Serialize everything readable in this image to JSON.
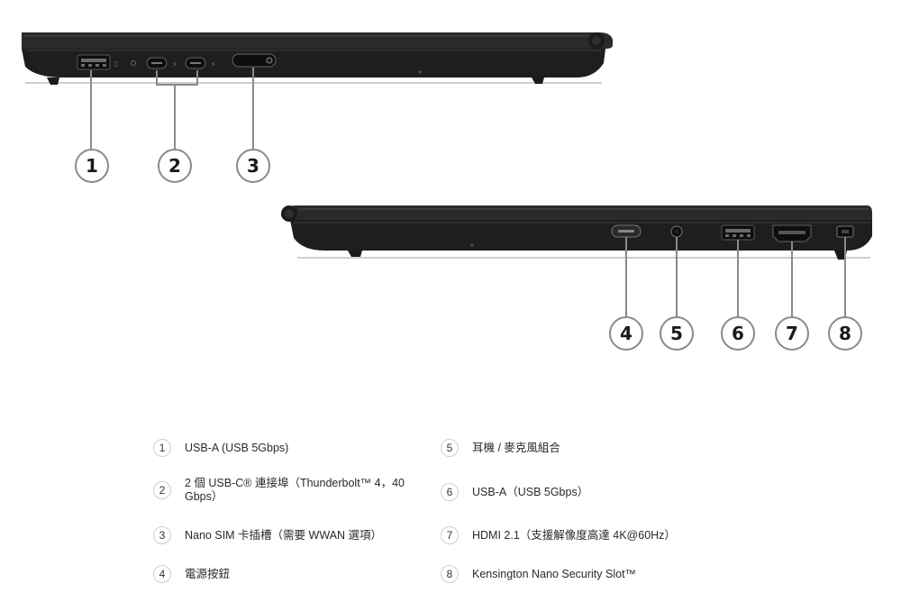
{
  "callouts": [
    "1",
    "2",
    "3",
    "4",
    "5",
    "6",
    "7",
    "8"
  ],
  "legend": [
    {
      "num": "1",
      "text": "USB-A (USB 5Gbps)"
    },
    {
      "num": "2",
      "text": "2 個 USB-C® 連接埠（Thunderbolt™ 4，40 Gbps）"
    },
    {
      "num": "3",
      "text": "Nano SIM 卡插槽（需要 WWAN 選項）"
    },
    {
      "num": "4",
      "text": "電源按鈕"
    },
    {
      "num": "5",
      "text": "耳機 / 麥克風組合"
    },
    {
      "num": "6",
      "text": "USB-A（USB 5Gbps）"
    },
    {
      "num": "7",
      "text": "HDMI 2.1（支援解像度高達 4K@60Hz）"
    },
    {
      "num": "8",
      "text": "Kensington Nano Security Slot™"
    }
  ],
  "colors": {
    "laptop_body": "#1e1e1e",
    "laptop_edge": "#3a3a3a",
    "leader_line": "#8a8a8a",
    "circle_stroke": "#8a8a8a"
  }
}
